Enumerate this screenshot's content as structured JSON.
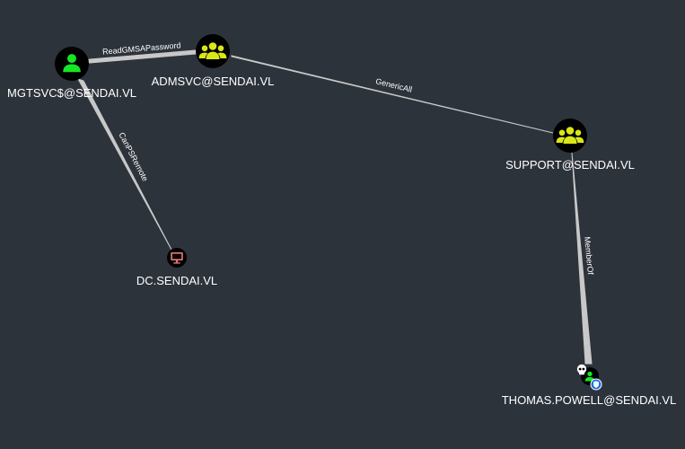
{
  "graph": {
    "nodes": {
      "mgtsvc": {
        "label": "MGTSVC$@SENDAI.VL",
        "kind": "user",
        "icon": "user-icon",
        "bg": "#000000",
        "fg": "#17e625"
      },
      "admsvc": {
        "label": "ADMSVC@SENDAI.VL",
        "kind": "group",
        "icon": "group-icon",
        "bg": "#000000",
        "fg": "#dbe617"
      },
      "support": {
        "label": "SUPPORT@SENDAI.VL",
        "kind": "group",
        "icon": "group-icon",
        "bg": "#000000",
        "fg": "#dbe617"
      },
      "dc": {
        "label": "DC.SENDAI.VL",
        "kind": "computer",
        "icon": "computer-icon",
        "bg": "#000000",
        "fg": "#e67873"
      },
      "thomas": {
        "label": "THOMAS.POWELL@SENDAI.VL",
        "kind": "user",
        "icon": "user-icon",
        "bg": "#000000",
        "fg": "#17e625",
        "badges": [
          "skull-icon",
          "shield-icon"
        ]
      }
    },
    "edges": {
      "mgtsvc_admsvc": {
        "label": "ReadGMSAPassword",
        "from": "mgtsvc",
        "to": "admsvc"
      },
      "admsvc_support": {
        "label": "GenericAll",
        "from": "admsvc",
        "to": "support"
      },
      "mgtsvc_dc": {
        "label": "CanPSRemote",
        "from": "mgtsvc",
        "to": "dc"
      },
      "support_thomas": {
        "label": "MemberOf",
        "from": "support",
        "to": "thomas"
      }
    },
    "colors": {
      "background": "#2d333b",
      "edge": "#c8c8c8",
      "label": "#ffffff",
      "badge_shield": "#1a73e8"
    }
  }
}
